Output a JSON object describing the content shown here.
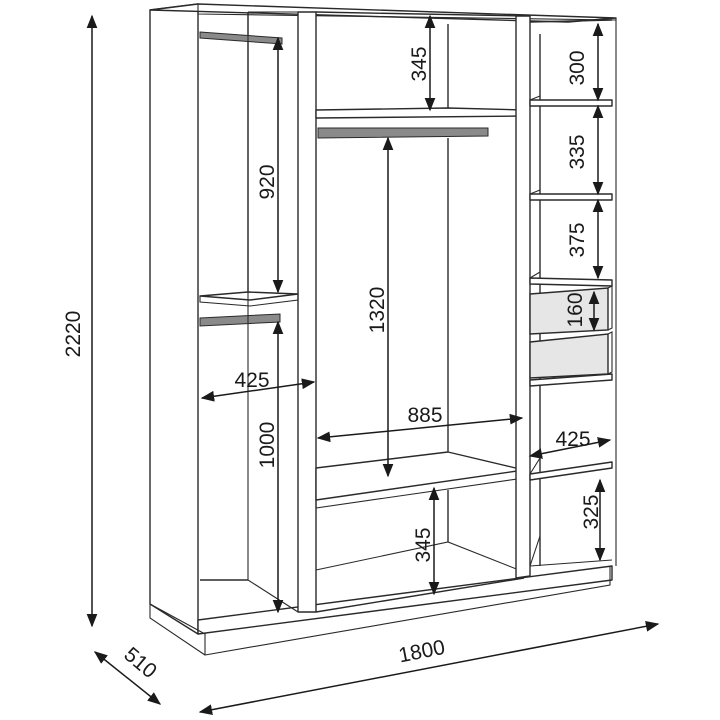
{
  "diagram": {
    "colors": {
      "line": "#2a2a2a",
      "drawer_fill": "#e6e6e6",
      "rod_fill": "#8a8a8a",
      "background": "#ffffff"
    },
    "dimensions": {
      "overall_height": "2220",
      "overall_width": "1800",
      "depth": "510",
      "left_upper_hanging": "920",
      "left_lower_hanging": "1000",
      "left_width": "425",
      "center_top_shelf": "345",
      "center_hanging": "1320",
      "center_width": "885",
      "center_bottom_shelf": "345",
      "right_shelf_1": "300",
      "right_shelf_2": "335",
      "right_shelf_3": "375",
      "right_drawer": "160",
      "right_width": "425",
      "right_bottom_shelf": "325"
    }
  }
}
